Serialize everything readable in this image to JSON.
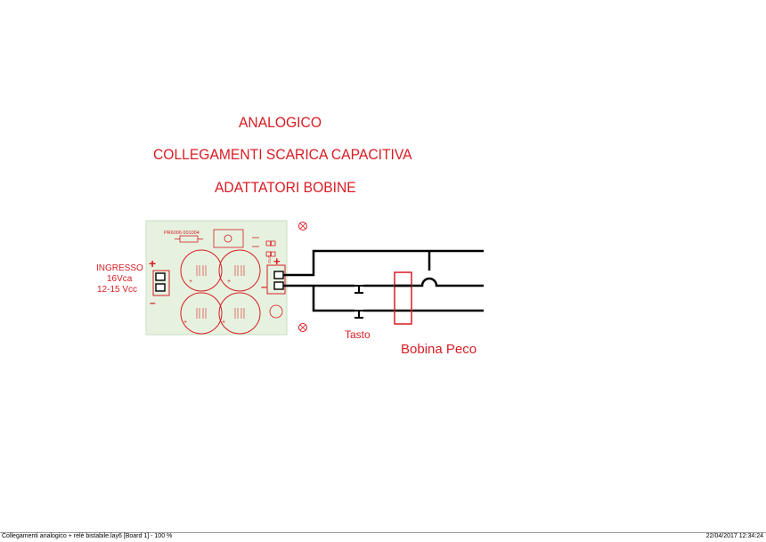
{
  "titles": {
    "line1": "ANALOGICO",
    "line2": "COLLEGAMENTI SCARICA CAPACITIVA",
    "line3": "ADATTATORI BOBINE"
  },
  "board": {
    "code": "PR6006 001004",
    "input_label": "INGRESSO",
    "input_ac": "16Vca",
    "input_dc": "12-15 Vcc",
    "plus": "+",
    "minus": "–",
    "out_mark": "OUT"
  },
  "labels": {
    "button": "Tasto",
    "coil": "Bobina Peco"
  },
  "footer": {
    "left": "Collegamenti analogico + relè bistabile.lay6 [Board 1] - 100 %",
    "right": "22/04/2017 12:34:24"
  },
  "colors": {
    "accent": "#d81c24",
    "pcb": "#e6f2df",
    "wire": "#000000"
  }
}
